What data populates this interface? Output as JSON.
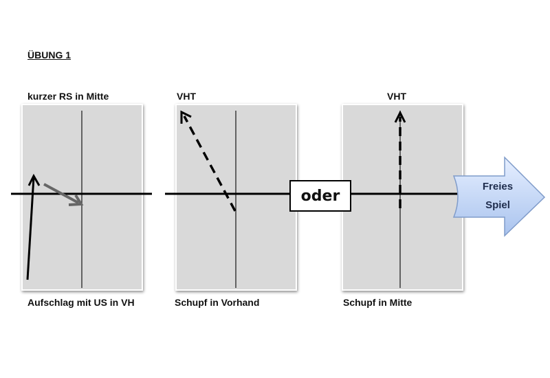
{
  "title": "ÜBUNG 1",
  "connector_label": "oder",
  "panels": [
    {
      "top_label": "kurzer RS in Mitte",
      "bottom_label": "Aufschlag mit US in VH"
    },
    {
      "top_label": "VHT",
      "bottom_label": "Schupf in Vorhand"
    },
    {
      "top_label": "VHT",
      "bottom_label": "Schupf in Mitte"
    }
  ],
  "final_arrow": {
    "line1": "Freies",
    "line2": "Spiel"
  },
  "colors": {
    "table": "#d9d9d9",
    "arrow_fill_top": "#e6efff",
    "arrow_fill_bottom": "#a9c3ee",
    "arrow_stroke": "#7f9bc9"
  }
}
